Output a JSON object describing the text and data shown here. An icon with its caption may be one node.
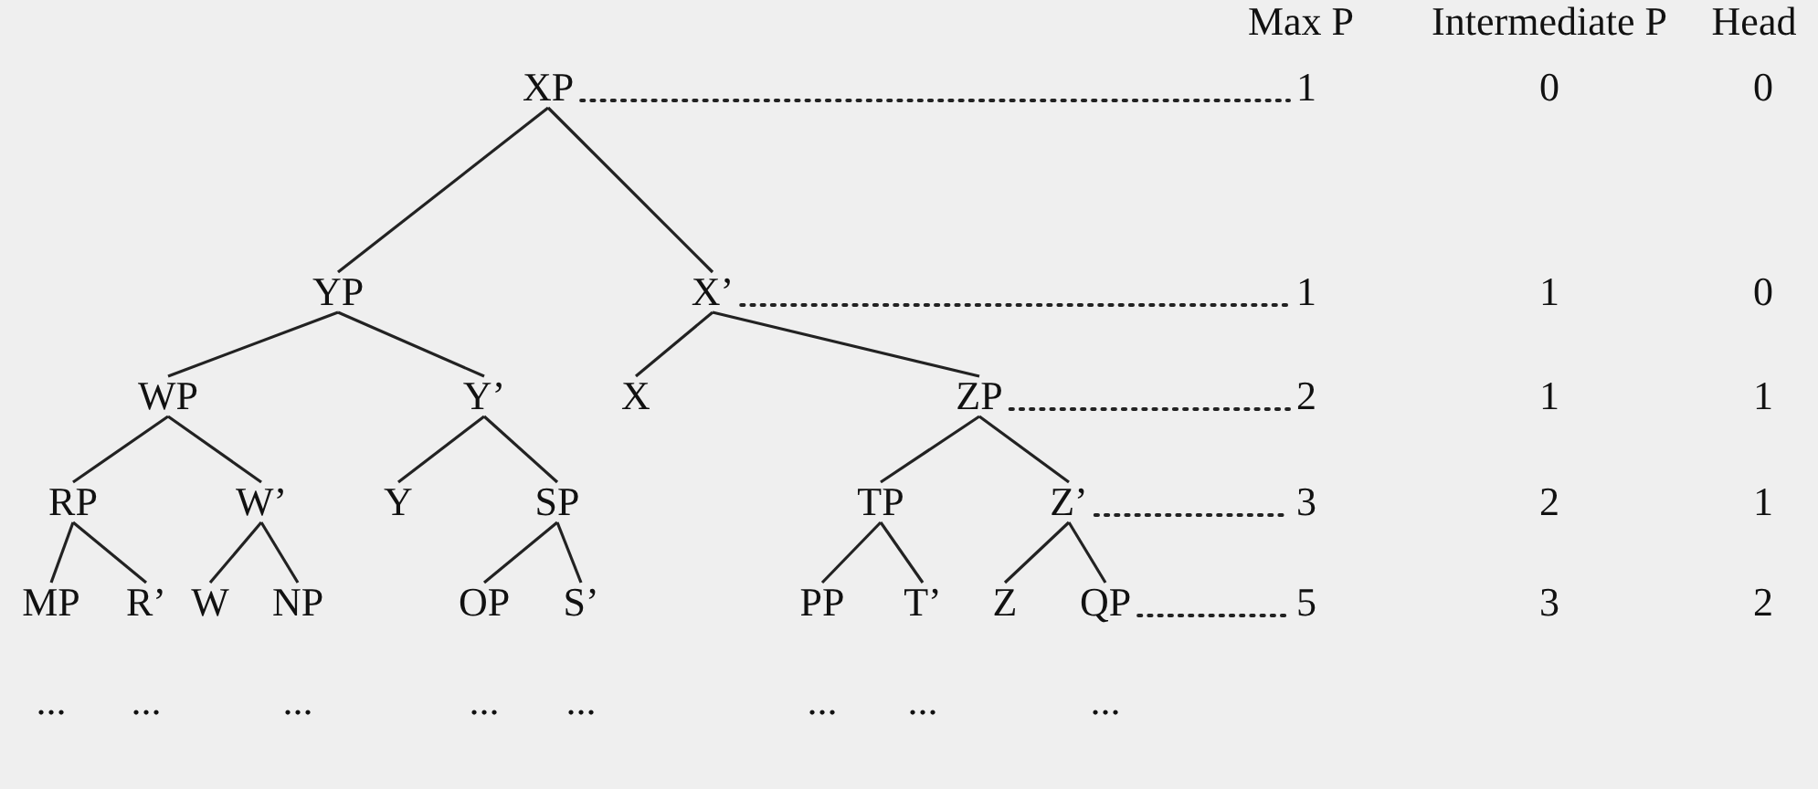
{
  "diagram": {
    "nodes": [
      {
        "text": [
          "XP"
        ]
      },
      {
        "text": [
          "YP"
        ]
      },
      {
        "text": [
          "X’"
        ]
      },
      {
        "text": [
          "WP"
        ]
      },
      {
        "text": [
          "Y’"
        ]
      },
      {
        "text": [
          "X"
        ]
      },
      {
        "text": [
          "ZP"
        ]
      },
      {
        "text": [
          "RP"
        ]
      },
      {
        "text": [
          "W’"
        ]
      },
      {
        "text": [
          "Y"
        ]
      },
      {
        "text": [
          "SP"
        ]
      },
      {
        "text": [
          "TP"
        ]
      },
      {
        "text": [
          "Z’"
        ]
      },
      {
        "text": [
          "MP"
        ]
      },
      {
        "text": [
          "R’"
        ]
      },
      {
        "text": [
          "W"
        ]
      },
      {
        "text": [
          "NP"
        ]
      },
      {
        "text": [
          "OP"
        ]
      },
      {
        "text": [
          "S’"
        ]
      },
      {
        "text": [
          "PP"
        ]
      },
      {
        "text": [
          "T’"
        ]
      },
      {
        "text": [
          "Z"
        ]
      },
      {
        "text": [
          "QP"
        ]
      },
      {
        "text": [
          "1"
        ]
      },
      {
        "text": [
          "1"
        ]
      },
      {
        "text": [
          "2"
        ]
      },
      {
        "text": [
          "3"
        ]
      },
      {
        "text": [
          "5"
        ]
      }
    ],
    "edges": [
      {
        "from": 0,
        "to": 1,
        "arrow": "none"
      },
      {
        "from": 0,
        "to": 2,
        "arrow": "none"
      },
      {
        "from": 1,
        "to": 3,
        "arrow": "none"
      },
      {
        "from": 1,
        "to": 4,
        "arrow": "none"
      },
      {
        "from": 2,
        "to": 5,
        "arrow": "none"
      },
      {
        "from": 2,
        "to": 6,
        "arrow": "none"
      },
      {
        "from": 3,
        "to": 7,
        "arrow": "none"
      },
      {
        "from": 3,
        "to": 8,
        "arrow": "none"
      },
      {
        "from": 4,
        "to": 9,
        "arrow": "none"
      },
      {
        "from": 4,
        "to": 10,
        "arrow": "none"
      },
      {
        "from": 6,
        "to": 11,
        "arrow": "none"
      },
      {
        "from": 6,
        "to": 12,
        "arrow": "none"
      },
      {
        "from": 7,
        "to": 13,
        "arrow": "none"
      },
      {
        "from": 7,
        "to": 14,
        "arrow": "none"
      },
      {
        "from": 8,
        "to": 15,
        "arrow": "none"
      },
      {
        "from": 8,
        "to": 16,
        "arrow": "none"
      },
      {
        "from": 10,
        "to": 17,
        "arrow": "none"
      },
      {
        "from": 10,
        "to": 18,
        "arrow": "none"
      },
      {
        "from": 11,
        "to": 19,
        "arrow": "none"
      },
      {
        "from": 11,
        "to": 20,
        "arrow": "none"
      },
      {
        "from": 12,
        "to": 21,
        "arrow": "none"
      },
      {
        "from": 12,
        "to": 22,
        "arrow": "none"
      },
      {
        "from": 0,
        "to": 23,
        "arrow": "none",
        "style": "dashed"
      },
      {
        "from": 2,
        "to": 24,
        "arrow": "none",
        "style": "dashed"
      },
      {
        "from": 6,
        "to": 25,
        "arrow": "none",
        "style": "dashed"
      },
      {
        "from": 12,
        "to": 26,
        "arrow": "none",
        "style": "dashed"
      },
      {
        "from": 22,
        "to": 27,
        "arrow": "none",
        "style": "dashed"
      }
    ],
    "labels": [
      "Max P",
      "Intermediate P",
      "Head",
      "0",
      "0",
      "1",
      "0",
      "1",
      "1",
      "2",
      "1",
      "3",
      "2",
      "...",
      "...",
      "...",
      "...",
      "...",
      "...",
      "...",
      "..."
    ]
  }
}
